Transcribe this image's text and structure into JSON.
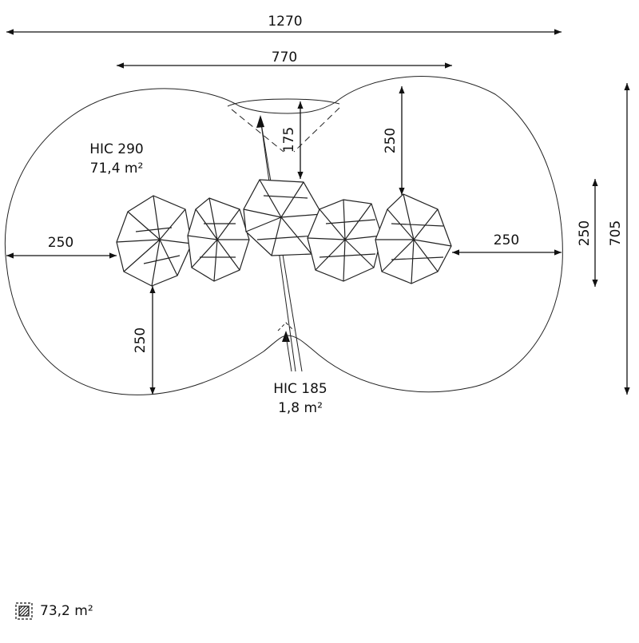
{
  "dimensions": {
    "total_width": "1270",
    "inner_width": "770",
    "total_height": "705",
    "right_height": "250",
    "left_offset": "250",
    "right_offset": "250",
    "bottom_offset": "250",
    "top_right_offset": "250",
    "top_center_offset": "175"
  },
  "zones": {
    "main": {
      "hic": "HIC 290",
      "area": "71,4 m²"
    },
    "small": {
      "hic": "HIC 185",
      "area": "1,8 m²"
    }
  },
  "legend": {
    "total_area": "73,2 m²",
    "icon": "hatched-area-icon"
  }
}
